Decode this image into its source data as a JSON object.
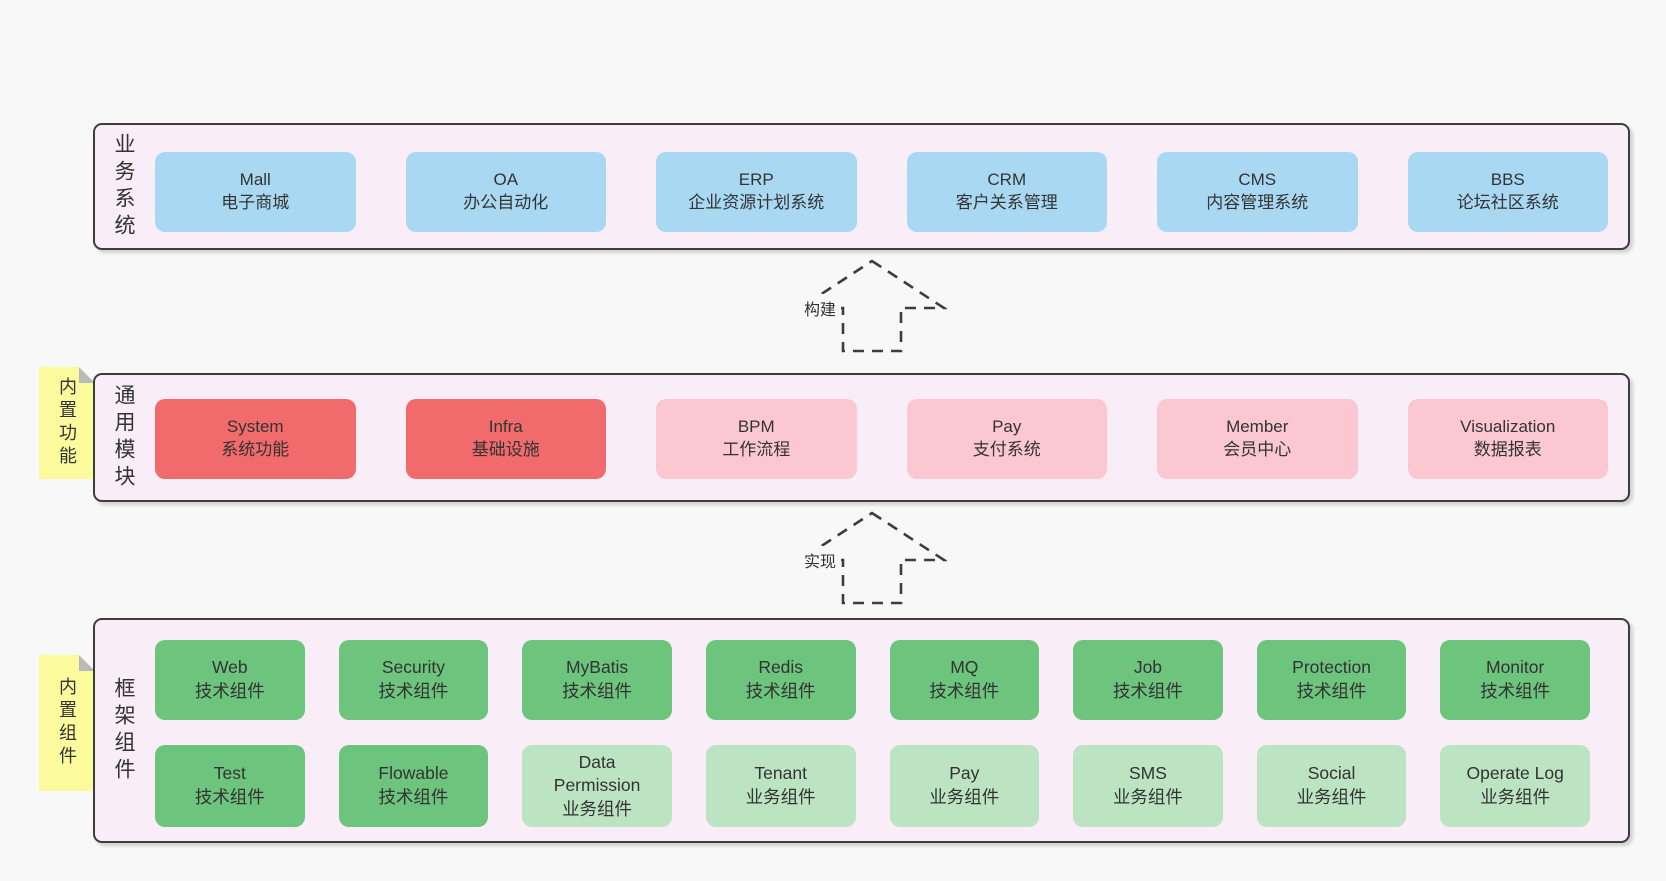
{
  "page": {
    "background": "#f8f8f8"
  },
  "colors": {
    "band_fill": "#f9eef7",
    "band_border": "#3d3d3d",
    "blue": "#a9d8f2",
    "red": "#f16a6c",
    "pink": "#fbc8d1",
    "green": "#6dc47d",
    "green_light": "#bce4c3",
    "sticky_yellow": "#fbfb9e",
    "text": "#333333"
  },
  "arrows": [
    {
      "label": "构建"
    },
    {
      "label": "实现"
    }
  ],
  "bands": [
    {
      "label": "业务系统",
      "boxes": [
        {
          "title": "Mall",
          "subtitle": "电子商城"
        },
        {
          "title": "OA",
          "subtitle": "办公自动化"
        },
        {
          "title": "ERP",
          "subtitle": "企业资源计划系统"
        },
        {
          "title": "CRM",
          "subtitle": "客户关系管理"
        },
        {
          "title": "CMS",
          "subtitle": "内容管理系统"
        },
        {
          "title": "BBS",
          "subtitle": "论坛社区系统"
        }
      ]
    },
    {
      "label": "通用模块",
      "sticky": "内置功能",
      "boxes": [
        {
          "title": "System",
          "subtitle": "系统功能"
        },
        {
          "title": "Infra",
          "subtitle": "基础设施"
        },
        {
          "title": "BPM",
          "subtitle": "工作流程"
        },
        {
          "title": "Pay",
          "subtitle": "支付系统"
        },
        {
          "title": "Member",
          "subtitle": "会员中心"
        },
        {
          "title": "Visualization",
          "subtitle": "数据报表"
        }
      ]
    },
    {
      "label": "框架组件",
      "sticky": "内置组件",
      "rows": [
        [
          {
            "title": "Web",
            "subtitle": "技术组件"
          },
          {
            "title": "Security",
            "subtitle": "技术组件"
          },
          {
            "title": "MyBatis",
            "subtitle": "技术组件"
          },
          {
            "title": "Redis",
            "subtitle": "技术组件"
          },
          {
            "title": "MQ",
            "subtitle": "技术组件"
          },
          {
            "title": "Job",
            "subtitle": "技术组件"
          },
          {
            "title": "Protection",
            "subtitle": "技术组件"
          },
          {
            "title": "Monitor",
            "subtitle": "技术组件"
          }
        ],
        [
          {
            "title": "Test",
            "subtitle": "技术组件"
          },
          {
            "title": "Flowable",
            "subtitle": "技术组件"
          },
          {
            "title": "Data Permission",
            "subtitle": "业务组件"
          },
          {
            "title": "Tenant",
            "subtitle": "业务组件"
          },
          {
            "title": "Pay",
            "subtitle": "业务组件"
          },
          {
            "title": "SMS",
            "subtitle": "业务组件"
          },
          {
            "title": "Social",
            "subtitle": "业务组件"
          },
          {
            "title": "Operate Log",
            "subtitle": "业务组件"
          }
        ]
      ]
    }
  ]
}
